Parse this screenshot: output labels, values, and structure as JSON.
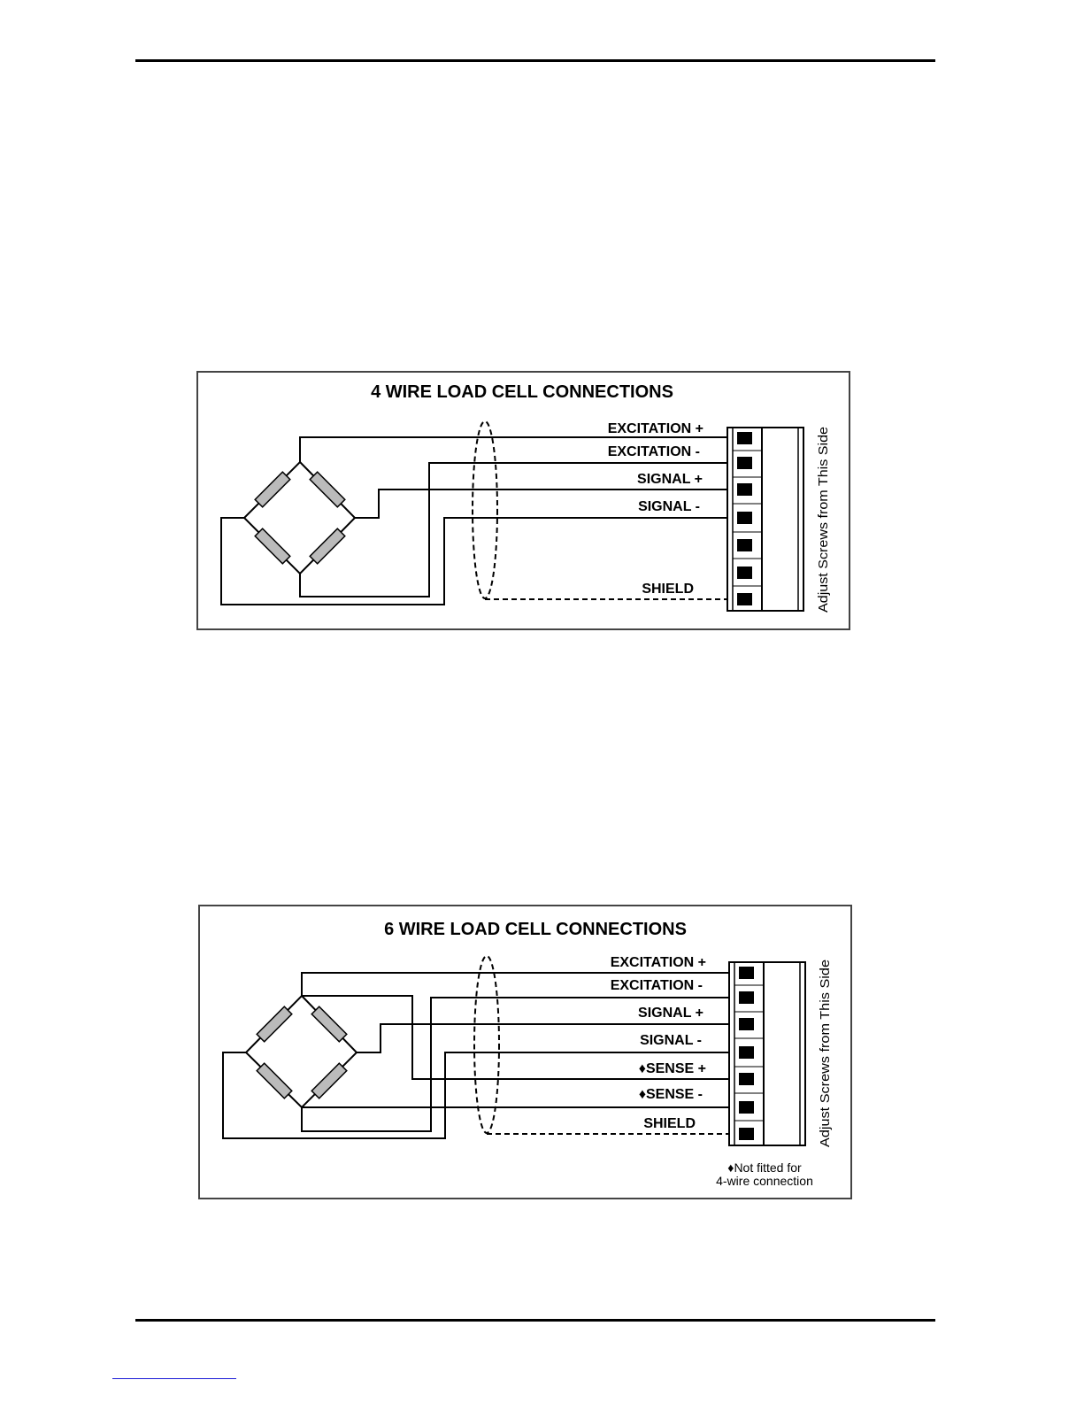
{
  "diagram_4wire": {
    "title": "4 WIRE LOAD CELL CONNECTIONS",
    "labels": [
      "EXCITATION +",
      "EXCITATION -",
      "SIGNAL +",
      "SIGNAL -",
      "SHIELD"
    ],
    "side_text": "Adjust Screws from This Side"
  },
  "diagram_6wire": {
    "title": "6 WIRE LOAD CELL CONNECTIONS",
    "labels": [
      "EXCITATION +",
      "EXCITATION -",
      "SIGNAL +",
      "SIGNAL -",
      "♦SENSE +",
      "♦SENSE -",
      "SHIELD"
    ],
    "side_text": "Adjust Screws from This Side",
    "note_line1": "♦Not fitted for",
    "note_line2": "4-wire connection"
  }
}
